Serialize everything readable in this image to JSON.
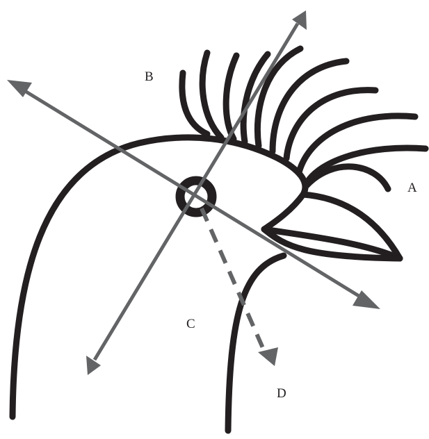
{
  "labels": {
    "a": "A",
    "b": "B",
    "c": "C",
    "d": "D"
  },
  "colors": {
    "outline": "#231f20",
    "arrows": "#636466",
    "background": "#ffffff"
  }
}
